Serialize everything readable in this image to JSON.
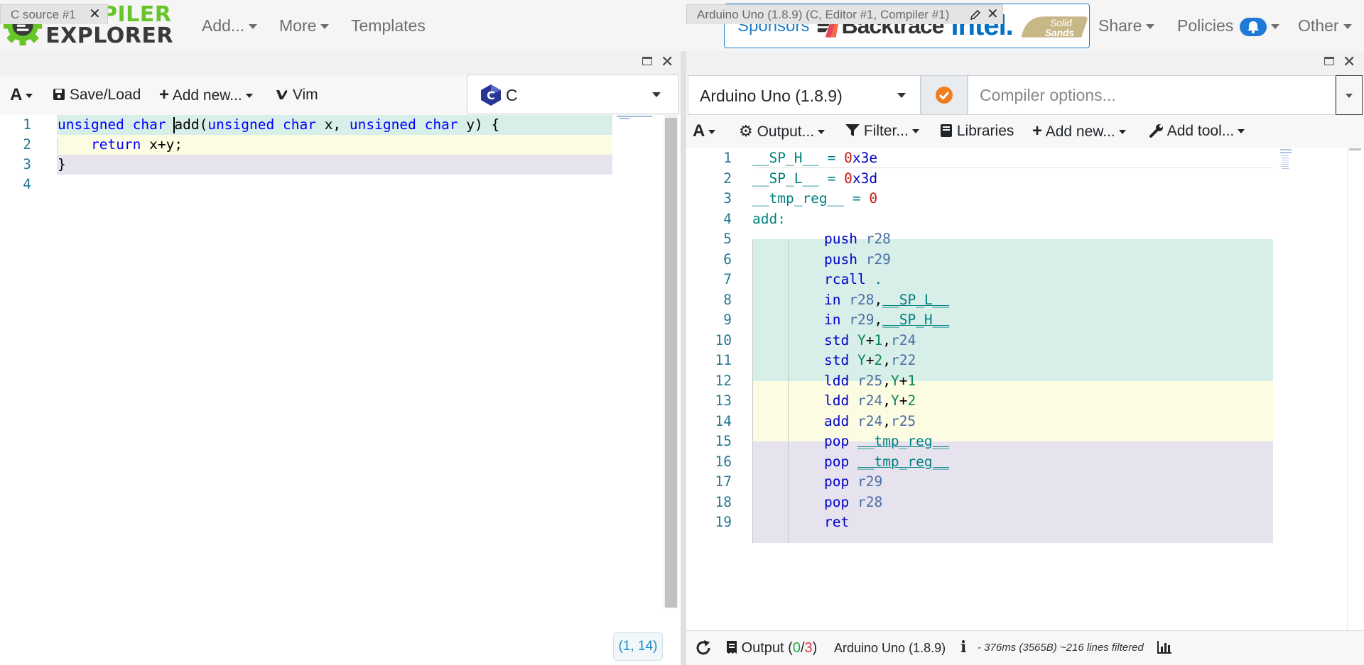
{
  "navbar": {
    "logo_line1": "COMPILER",
    "logo_line2": "EXPLORER",
    "add": "Add...",
    "more": "More",
    "templates": "Templates",
    "sponsors_label": "Sponsors",
    "sponsor_backtrace": "Backtrace",
    "sponsor_intel": "intel.",
    "sponsor_solid_line1": "Solid",
    "sponsor_solid_line2": "Sands",
    "share": "Share",
    "policies": "Policies",
    "other": "Other"
  },
  "editor": {
    "tab_title": "C source #1",
    "font_btn": "A",
    "save_load": "Save/Load",
    "add_new": "Add new...",
    "vim": "Vim",
    "language": "C",
    "cursor_pos": "(1, 14)",
    "lines": [
      {
        "num": "1",
        "tokens": [
          [
            "kw",
            "unsigned char"
          ],
          [
            "p",
            " add("
          ],
          [
            "kw",
            "unsigned char"
          ],
          [
            "p",
            " x, "
          ],
          [
            "kw",
            "unsigned char"
          ],
          [
            "p",
            " y) {"
          ]
        ]
      },
      {
        "num": "2",
        "tokens": [
          [
            "p",
            "    "
          ],
          [
            "kw",
            "return"
          ],
          [
            "p",
            " x+y;"
          ]
        ]
      },
      {
        "num": "3",
        "tokens": [
          [
            "p",
            "}"
          ]
        ]
      },
      {
        "num": "4",
        "tokens": []
      }
    ]
  },
  "compiler": {
    "tab_title": "Arduino Uno (1.8.9) (C, Editor #1, Compiler #1)",
    "compiler_name": "Arduino Uno (1.8.9)",
    "options_placeholder": "Compiler options...",
    "font_btn": "A",
    "output": "Output...",
    "filter": "Filter...",
    "libraries": "Libraries",
    "add_new": "Add new...",
    "add_tool": "Add tool...",
    "lines": [
      {
        "num": "1",
        "indent": false,
        "tokens": [
          [
            "lbl",
            "__SP_H__ = "
          ],
          [
            "red",
            "0"
          ],
          [
            "op",
            "x3e"
          ]
        ]
      },
      {
        "num": "2",
        "indent": false,
        "tokens": [
          [
            "lbl",
            "__SP_L__ = "
          ],
          [
            "red",
            "0"
          ],
          [
            "op",
            "x3d"
          ]
        ]
      },
      {
        "num": "3",
        "indent": false,
        "tokens": [
          [
            "lbl",
            "__tmp_reg__ = "
          ],
          [
            "red",
            "0"
          ]
        ]
      },
      {
        "num": "4",
        "indent": false,
        "tokens": [
          [
            "lbl",
            "add:"
          ]
        ]
      },
      {
        "num": "5",
        "indent": true,
        "tokens": [
          [
            "op",
            "push "
          ],
          [
            "reg",
            "r28"
          ]
        ]
      },
      {
        "num": "6",
        "indent": true,
        "tokens": [
          [
            "op",
            "push "
          ],
          [
            "reg",
            "r29"
          ]
        ]
      },
      {
        "num": "7",
        "indent": true,
        "tokens": [
          [
            "op",
            "rcall "
          ],
          [
            "lbl",
            "."
          ]
        ]
      },
      {
        "num": "8",
        "indent": true,
        "tokens": [
          [
            "op",
            "in "
          ],
          [
            "reg",
            "r28"
          ],
          [
            "p",
            ","
          ],
          [
            "link",
            "__SP_L__"
          ]
        ]
      },
      {
        "num": "9",
        "indent": true,
        "tokens": [
          [
            "op",
            "in "
          ],
          [
            "reg",
            "r29"
          ],
          [
            "p",
            ","
          ],
          [
            "link",
            "__SP_H__"
          ]
        ]
      },
      {
        "num": "10",
        "indent": true,
        "tokens": [
          [
            "op",
            "std "
          ],
          [
            "num",
            "Y"
          ],
          [
            "p",
            "+"
          ],
          [
            "num",
            "1"
          ],
          [
            "p",
            ","
          ],
          [
            "reg",
            "r24"
          ]
        ]
      },
      {
        "num": "11",
        "indent": true,
        "tokens": [
          [
            "op",
            "std "
          ],
          [
            "num",
            "Y"
          ],
          [
            "p",
            "+"
          ],
          [
            "num",
            "2"
          ],
          [
            "p",
            ","
          ],
          [
            "reg",
            "r22"
          ]
        ]
      },
      {
        "num": "12",
        "indent": true,
        "tokens": [
          [
            "op",
            "ldd "
          ],
          [
            "reg",
            "r25"
          ],
          [
            "p",
            ","
          ],
          [
            "num",
            "Y"
          ],
          [
            "p",
            "+"
          ],
          [
            "num",
            "1"
          ]
        ]
      },
      {
        "num": "13",
        "indent": true,
        "tokens": [
          [
            "op",
            "ldd "
          ],
          [
            "reg",
            "r24"
          ],
          [
            "p",
            ","
          ],
          [
            "num",
            "Y"
          ],
          [
            "p",
            "+"
          ],
          [
            "num",
            "2"
          ]
        ]
      },
      {
        "num": "14",
        "indent": true,
        "tokens": [
          [
            "op",
            "add "
          ],
          [
            "reg",
            "r24"
          ],
          [
            "p",
            ","
          ],
          [
            "reg",
            "r25"
          ]
        ]
      },
      {
        "num": "15",
        "indent": true,
        "tokens": [
          [
            "op",
            "pop "
          ],
          [
            "link",
            "__tmp_reg__"
          ]
        ]
      },
      {
        "num": "16",
        "indent": true,
        "tokens": [
          [
            "op",
            "pop "
          ],
          [
            "link",
            "__tmp_reg__"
          ]
        ]
      },
      {
        "num": "17",
        "indent": true,
        "tokens": [
          [
            "op",
            "pop "
          ],
          [
            "reg",
            "r29"
          ]
        ]
      },
      {
        "num": "18",
        "indent": true,
        "tokens": [
          [
            "op",
            "pop "
          ],
          [
            "reg",
            "r28"
          ]
        ]
      },
      {
        "num": "19",
        "indent": true,
        "tokens": [
          [
            "op",
            "ret"
          ]
        ]
      }
    ],
    "status": {
      "output_label": "Output (",
      "ok_count": "0",
      "slash": "/",
      "err_count": "3",
      "close_paren": ")",
      "compiler_name": "Arduino Uno (1.8.9)",
      "timing": "- 376ms (3565B) ~216 lines filtered"
    }
  },
  "colors": {
    "green_hl": "#d7eee9",
    "yellow_hl": "#fcfce3",
    "purple_hl": "#e6e3ef"
  }
}
